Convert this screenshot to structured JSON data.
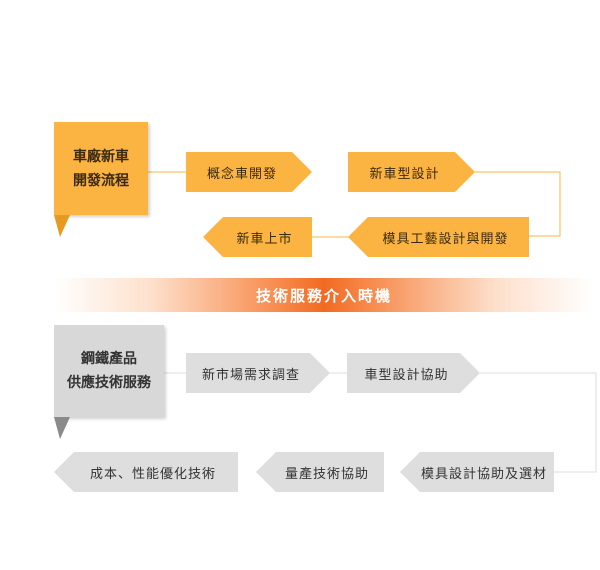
{
  "colors": {
    "orange": "#fbb441",
    "orange_dark": "#e79a1f",
    "gray": "#dedede",
    "gray_dark": "#8a8a8a",
    "banner": "#f26a22"
  },
  "flow1": {
    "title_line1": "車廠新車",
    "title_line2": "開發流程",
    "steps": [
      "概念車開發",
      "新車型設計",
      "模具工藝設計與開發",
      "新車上市"
    ]
  },
  "banner": {
    "label": "技術服務介入時機"
  },
  "flow2": {
    "title_line1": "鋼鐵產品",
    "title_line2": "供應技術服務",
    "steps": [
      "新市場需求調查",
      "車型設計協助",
      "模具設計協助及選材",
      "量產技術協助",
      "成本、性能優化技術"
    ]
  }
}
